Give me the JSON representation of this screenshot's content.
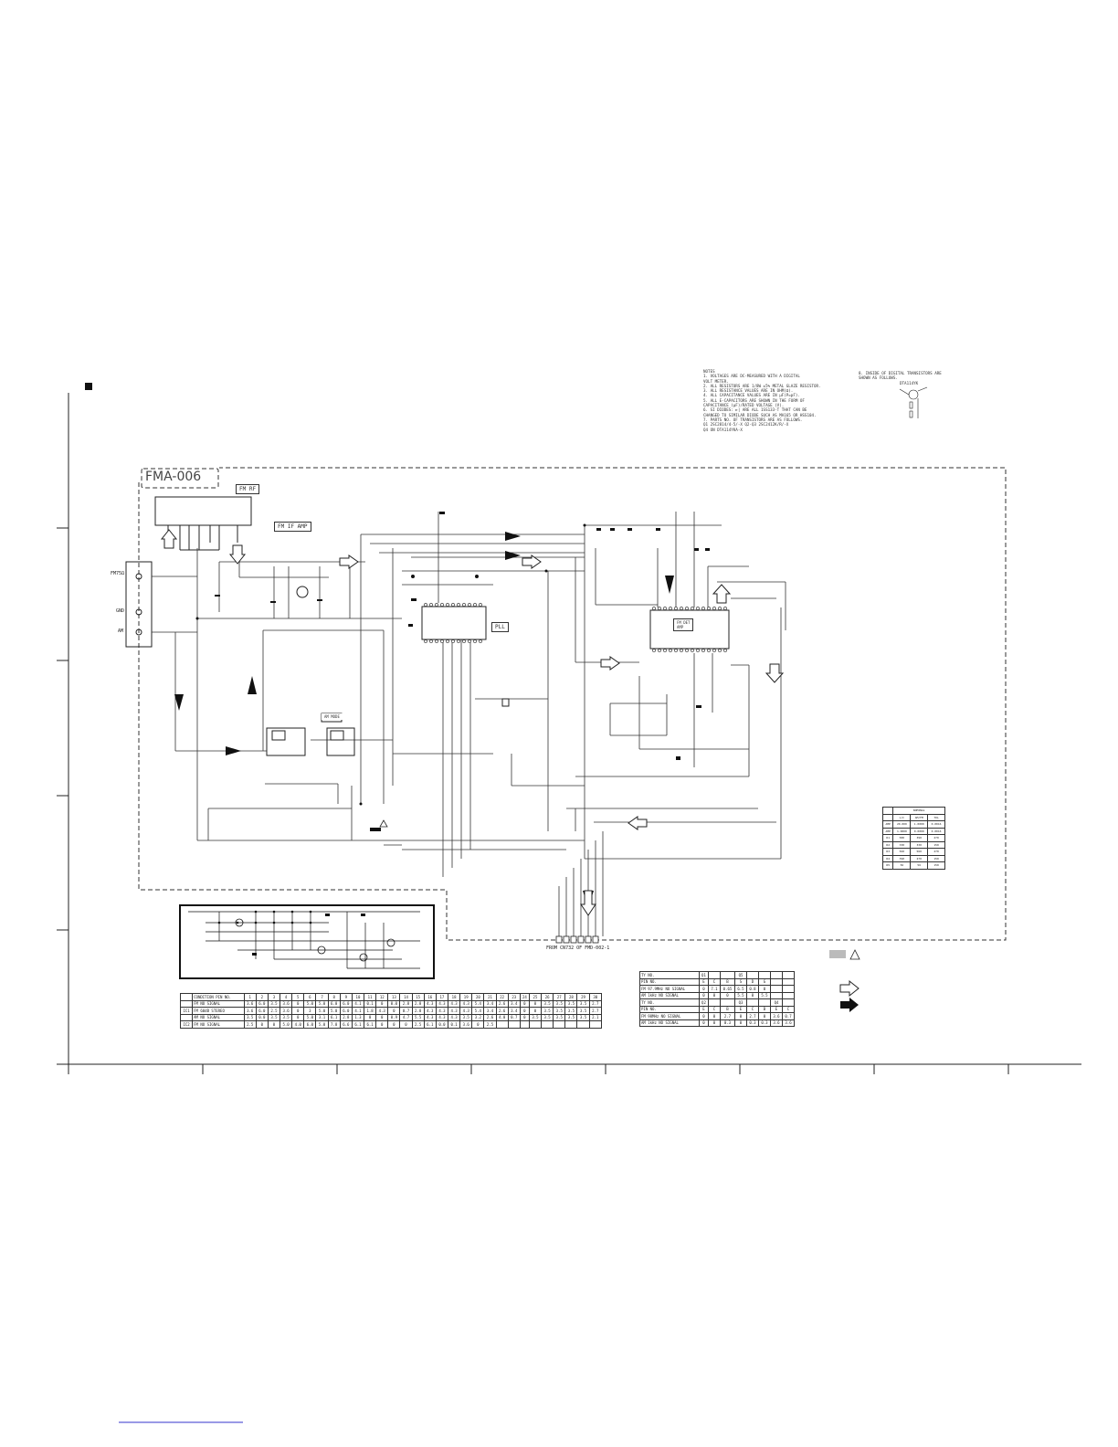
{
  "board": {
    "name": "FMA-006"
  },
  "blocks": {
    "fm_rf": "FM RF",
    "fm_if_amp": "FM IF AMP",
    "pll": "PLL",
    "fm_det": "FM DET\nAMP",
    "am_mode": "AM MODE"
  },
  "connectors": {
    "antenna_left": [
      "FM75Ω",
      "GND",
      "AM"
    ],
    "from_label": "FROM CN732 OF FMD-002-1"
  },
  "notes": {
    "title": "NOTES",
    "items": [
      "1. VOLTAGES ARE DC-MEASURED WITH A DIGITAL",
      "   VOLT METER.",
      "2. ALL RESISTORS ARE 1/8W ±5% METAL GLAZE RESISTOR.",
      "3. ALL RESISTANCE VALUES ARE IN OHM(Ω).",
      "4. ALL CAPACITANCE VALUES ARE IN µF(P=pF).",
      "5. ALL E-CAPACITORS ARE SHOWN IN THE FORM OF",
      "   CAPACITANCE (µF)/RATED VOLTAGE (V).",
      "6. SI DIODES: ►| ARE ALL 1SS133-T THAT CAN BE",
      "   CHANGED TO SIMILAR DIODE SUCH AS MA165 OR HSS104.",
      "7. PARTS NO. OF TRANSISTORS ARE AS FOLLOWS.",
      "   Q1    2SC2814/4·5/-X    Q2-Q3    2SC2412K/R/-X",
      "   Q4 ON   DTA114YKA-X"
    ],
    "item8": [
      "8. INSIDE OF DIGITAL TRANSISTORS ARE",
      "   SHOWN AS FOLLOWS."
    ],
    "transistor_part": "DTA114YK"
  },
  "ic1_table": {
    "header_label": "CONDITION  PIN NO.",
    "pins": [
      "1",
      "2",
      "3",
      "4",
      "5",
      "6",
      "7",
      "8",
      "9",
      "10",
      "11",
      "12",
      "13",
      "14",
      "15",
      "16",
      "17",
      "18",
      "19",
      "20",
      "21",
      "22",
      "23",
      "24",
      "25",
      "26",
      "27",
      "28",
      "29",
      "30"
    ],
    "rows": [
      {
        "group": "",
        "cond": "FM NO SIGNAL",
        "values": [
          "3.6",
          "6.0",
          "3.5",
          "3.6",
          "0",
          "5.0",
          "5.0",
          "6.0",
          "6.0",
          "4.1",
          "0.1",
          "0",
          "0.0",
          "2.8",
          "2.8",
          "4.3",
          "4.3",
          "4.3",
          "4.3",
          "5.4",
          "3.4",
          "2.6",
          "3.4",
          "0",
          "0",
          "3.5",
          "3.5",
          "3.5",
          "3.5",
          "2.7"
        ]
      },
      {
        "group": "IC1",
        "cond": "FM 60dB STEREO",
        "values": [
          "3.6",
          "6.0",
          "2.5",
          "3.6",
          "0",
          "3",
          "5.0",
          "5.0",
          "6.0",
          "4.1",
          "1.8",
          "4.3",
          "0",
          "0.7",
          "2.8",
          "4.3",
          "4.3",
          "4.3",
          "4.3",
          "5.4",
          "3.4",
          "2.6",
          "3.4",
          "0",
          "0",
          "3.5",
          "3.5",
          "3.5",
          "3.5",
          "2.7"
        ]
      },
      {
        "group": "",
        "cond": "AM NO SIGNAL",
        "values": [
          "3.5",
          "0.0",
          "3.5",
          "3.5",
          "0",
          "5.0",
          "3.1",
          "6.1",
          "2.8",
          "1.3",
          "0",
          "0",
          "0.9",
          "4.7",
          "5.5",
          "4.3",
          "4.3",
          "4.3",
          "3.5",
          "3.2",
          "2.6",
          "4.0",
          "0.7",
          "0",
          "3.5",
          "3.5",
          "3.5",
          "3.5",
          "3.5",
          "2.1"
        ]
      },
      {
        "group": "IC2",
        "cond": "FM NO SIGNAL",
        "values": [
          "2.5",
          "0",
          "0",
          "5.0",
          "4.0",
          "6.0",
          "5.0",
          "7.8",
          "6.6",
          "6.1",
          "6.1",
          "0",
          "0",
          "0",
          "2.5",
          "6.1",
          "0.0",
          "0.1",
          "3.6",
          "0",
          "2.5",
          "",
          "",
          "",
          "",
          "",
          "",
          "",
          "",
          ""
        ]
      }
    ]
  },
  "tr_table": {
    "rows": [
      {
        "label": "TY NO.",
        "cells": [
          "Q1",
          "",
          "",
          "Q5",
          "",
          ""
        ]
      },
      {
        "label": "PIN NO.",
        "cells": [
          "E",
          "C",
          "B",
          "S",
          "D",
          "G"
        ]
      },
      {
        "label": "FM 97.9MHz NO SIGNAL",
        "cells": [
          "0",
          "7.1",
          "0.65",
          "6.5",
          "0.8",
          "0"
        ]
      },
      {
        "label": "AM 1kHz NO SIGNAL",
        "cells": [
          "0",
          "0",
          "0",
          "5.5",
          "0",
          "5.5"
        ]
      },
      {
        "label": "TY NO.",
        "cells": [
          "Q2",
          "",
          "",
          "Q3",
          "",
          "",
          "Q4",
          ""
        ]
      },
      {
        "label": "PIN NO.",
        "cells": [
          "E",
          "C",
          "B",
          "E",
          "C",
          "B",
          "E",
          "C"
        ]
      },
      {
        "label": "FM 98MHz NO SIGNAL",
        "cells": [
          "0",
          "0",
          "2.7",
          "0",
          "2.7",
          "0",
          "3.6",
          "0.7"
        ]
      },
      {
        "label": "AM 1kHz NO SIGNAL",
        "cells": [
          "0",
          "0",
          "0.3",
          "0",
          "0.3",
          "0.3",
          "3.6",
          "3.6"
        ]
      }
    ]
  },
  "side_table": {
    "title": "NOMINAL",
    "header": [
      "",
      "L/C",
      "AM/FM",
      "TOL"
    ],
    "rows": [
      [
        "AMP",
        "20.000",
        "1.0000",
        "0.0016"
      ],
      [
        "AMP",
        "1.0000",
        "0.0000",
        "0.0016"
      ],
      [
        "R1",
        "580",
        "390",
        "270"
      ],
      [
        "R2",
        "330",
        "330",
        "150"
      ],
      [
        "R3",
        "560",
        "560",
        "270"
      ],
      [
        "R4",
        "390",
        "270",
        "150"
      ],
      [
        "R5",
        "56",
        "56",
        "150"
      ]
    ]
  },
  "legend": {
    "safety": "⚠",
    "arrow_open": "",
    "arrow_filled": ""
  }
}
